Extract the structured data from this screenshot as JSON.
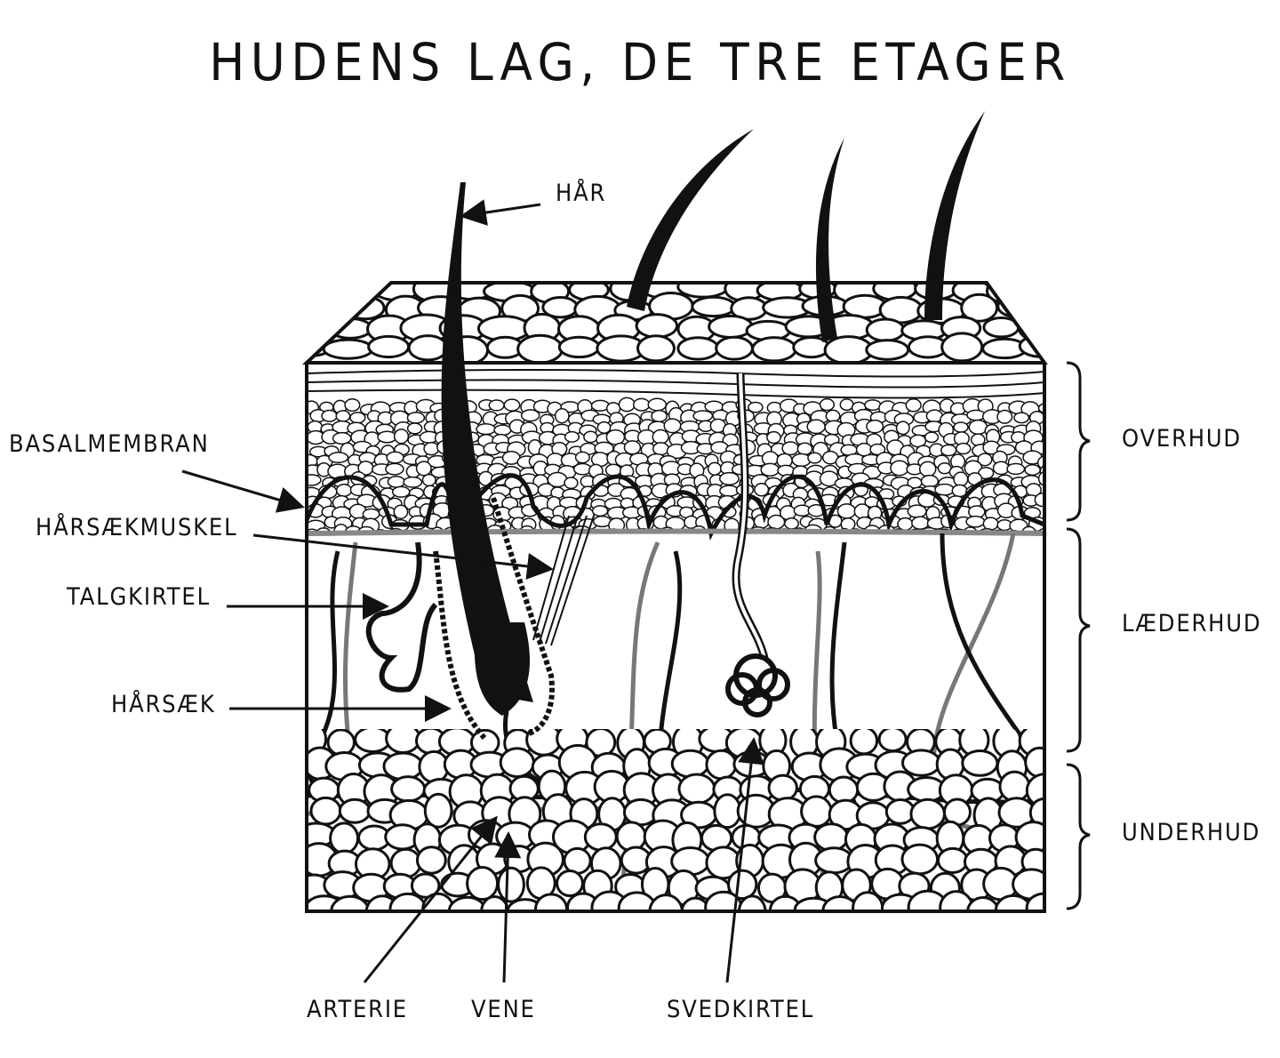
{
  "title": "HUDENS LAG, DE TRE ETAGER",
  "labels": {
    "hair": "HÅR",
    "basement_membrane": "BASALMEMBRAN",
    "hair_follicle_muscle": "HÅRSÆKMUSKEL",
    "sebaceous_gland": "TALGKIRTEL",
    "hair_follicle": "HÅRSÆK",
    "artery": "ARTERIE",
    "vein": "VENE",
    "sweat_gland": "SVEDKIRTEL"
  },
  "layers": {
    "epidermis": "OVERHUD",
    "dermis": "LÆDERHUD",
    "hypodermis": "UNDERHUD"
  },
  "colors": {
    "ink": "#111111",
    "vein": "#777777",
    "background": "#ffffff"
  }
}
